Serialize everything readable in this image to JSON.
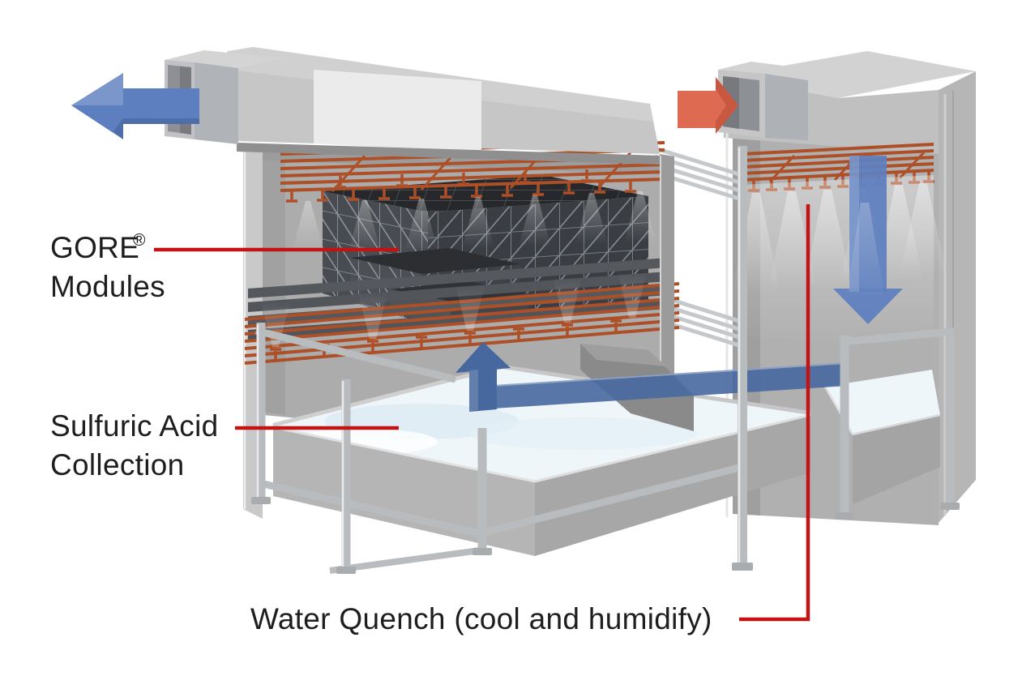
{
  "diagram": {
    "labels": {
      "gore_modules": {
        "brand": "GORE",
        "registered": "®",
        "line2": "Modules"
      },
      "sulfuric_acid_collection": {
        "line1": "Sulfuric Acid",
        "line2": "Collection"
      },
      "water_quench": {
        "text": "Water Quench (cool and humidify)"
      }
    },
    "colors": {
      "background": "#ffffff",
      "label_text": "#1e1e1e",
      "leader_red": "#c31414",
      "inlet_arrow_red": "#dd6a51",
      "gas_arrow_blue": "#5d7fbf",
      "liquid_flow_blue": "#47689f",
      "spray_pipe_copper": "#ad4f27",
      "module_dark": "#3a3d42",
      "housing_gray": "#c4c4c4",
      "liquid_surface": "#eff6fa"
    }
  }
}
